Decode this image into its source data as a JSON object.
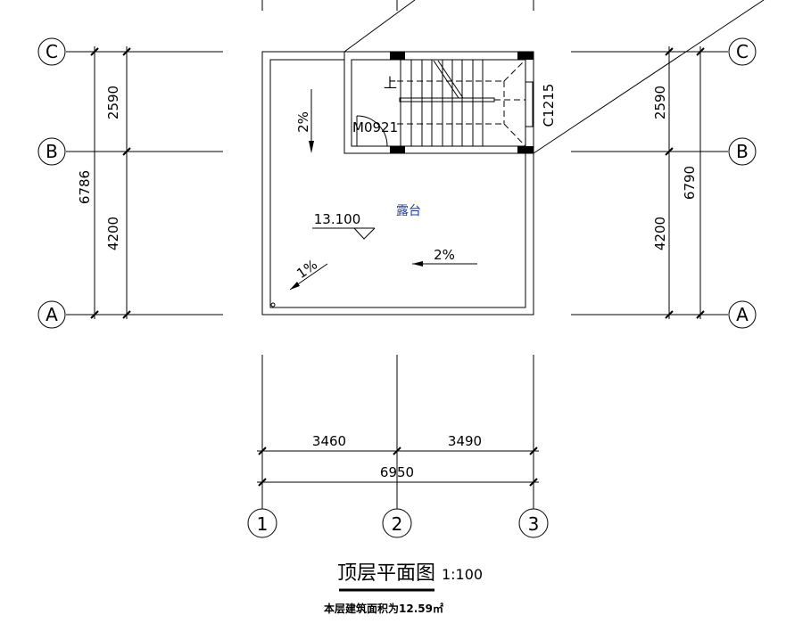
{
  "axes": {
    "rows": [
      "C",
      "B",
      "A"
    ],
    "cols": [
      "1",
      "2",
      "3"
    ]
  },
  "dims": {
    "left": {
      "upper": "2590",
      "lower": "4200",
      "total": "6786"
    },
    "right": {
      "upper": "2590",
      "lower": "4200",
      "total": "6790"
    },
    "bottom": {
      "left": "3460",
      "right": "3490",
      "total": "6950"
    }
  },
  "labels": {
    "room": "露台",
    "elevation": "13.100",
    "slope_left": "2%",
    "slope_bottom": "2%",
    "slope_diag": "1%",
    "door": "M0921",
    "window": "C1215",
    "stair_up": "上"
  },
  "title": {
    "main": "顶层平面图",
    "scale": "1:100",
    "area_note": "本层建筑面积为12.59㎡"
  },
  "colors": {
    "room_label_accent": "#1a3fa0"
  }
}
